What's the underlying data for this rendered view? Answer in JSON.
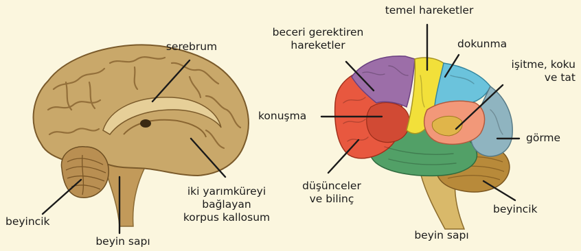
{
  "left_figure": {
    "labels": {
      "cerebrum": "serebrum",
      "corpus_callosum": [
        "iki yarımküreyi",
        "bağlayan",
        "korpus kallosum"
      ],
      "cerebellum": "beyincik",
      "brain_stem": "beyin sapı"
    }
  },
  "right_figure": {
    "labels": {
      "basic_movements": "temel hareketler",
      "skilled_movements": [
        "beceri gerektiren",
        "hareketler"
      ],
      "touch": "dokunma",
      "hearing_smell_taste": [
        "işitme, koku",
        "ve tat"
      ],
      "speech": "konuşma",
      "vision": "görme",
      "thoughts": [
        "düşünceler",
        "ve bilinç"
      ],
      "cerebellum": "beyincik",
      "brain_stem": "beyin sapı"
    }
  },
  "colors": {
    "background": "#fbf6de",
    "real_brain": "#c9a86a",
    "frontal_red": "#e8583f",
    "skilled_purple": "#9c6ea8",
    "motor_yellow": "#f2e03a",
    "touch_blue": "#6bc3dc",
    "hearing_salmon": "#f29879",
    "vision_steelblue": "#8fb4c0",
    "temporal_green": "#52a067",
    "cerebellum_brown": "#b88a3a",
    "stem_tan": "#d9b96a"
  }
}
